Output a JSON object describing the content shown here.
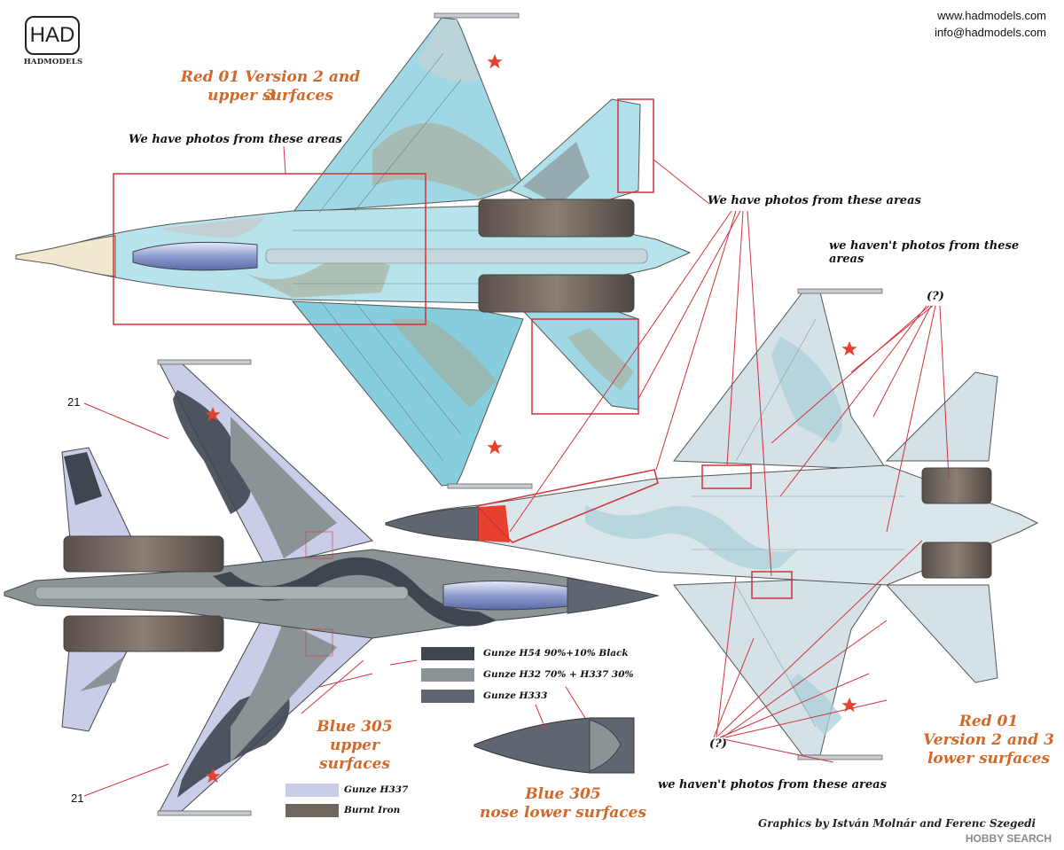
{
  "logo": {
    "mark": "HAD",
    "name": "HADMODELS"
  },
  "contact": {
    "website": "www.hadmodels.com",
    "email": "info@hadmodels.com"
  },
  "labels": {
    "top_title_line1": "Red 01 Version 2 and 3",
    "top_title_line2": "upper surfaces",
    "photos_top": "We have photos from these areas",
    "photos_right": "We have photos from these areas",
    "no_photos_top": "we haven't photos from these areas",
    "no_photos_bottom": "we haven't photos from these areas",
    "question_top": "(?)",
    "question_bottom": "(?)",
    "marker_21_top": "21",
    "marker_21_bottom": "21",
    "blue305_upper_line1": "Blue 305",
    "blue305_upper_line2": "upper surfaces",
    "blue305_nose_line1": "Blue 305",
    "blue305_nose_line2": "nose lower surfaces",
    "red01_lower_line1": "Red 01",
    "red01_lower_line2": "Version 2 and 3",
    "red01_lower_line3": "lower surfaces",
    "credits": "Graphics by István Molnár and Ferenc Szegedi"
  },
  "paint_legend": [
    {
      "label": "Gunze H54 90%+10% Black",
      "color": "#3f4650"
    },
    {
      "label": "Gunze H32 70% + H337 30%",
      "color": "#8a9496"
    },
    {
      "label": "Gunze H333",
      "color": "#5f6672"
    },
    {
      "label": "Gunze H337",
      "color": "#c9cde8"
    },
    {
      "label": "Burnt Iron",
      "color": "#6f665e"
    }
  ],
  "colors": {
    "annotation_red": "#d0333b",
    "title_orange": "#d2692a",
    "camo_light_blue": "#a9dce6",
    "camo_blue": "#6fc3d6",
    "camo_tan": "#a9a48a",
    "camo_grey": "#c3cdd0",
    "lower_pale": "#d4e1e6",
    "star_red": "#e8402e"
  },
  "watermark": "HOBBY SEARCH"
}
